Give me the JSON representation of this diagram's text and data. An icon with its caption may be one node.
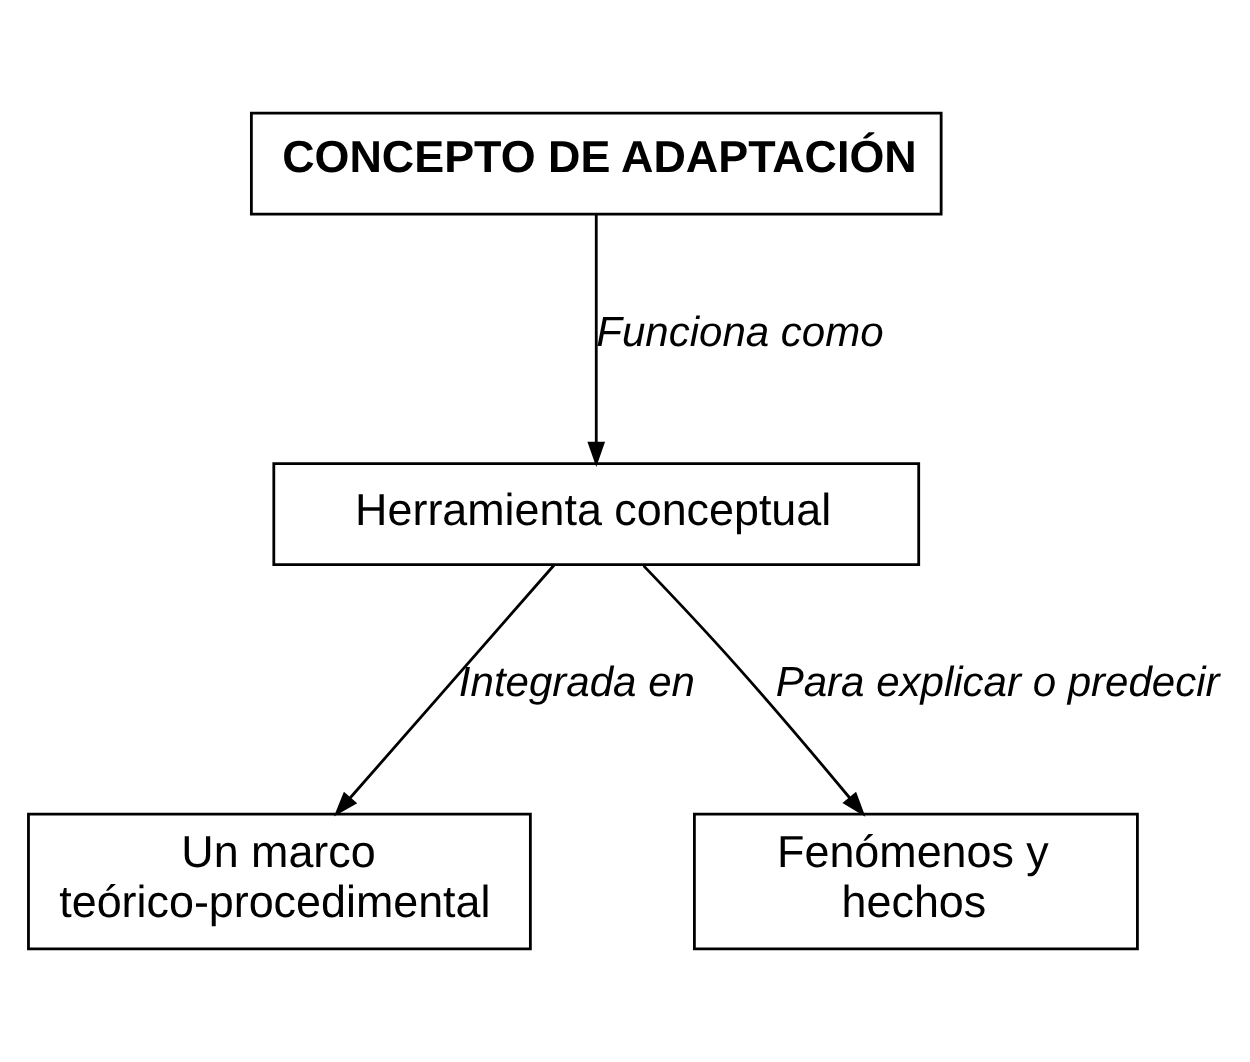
{
  "diagram": {
    "nodes": [
      {
        "text": [
          "CONCEPTO DE ADAPTACIÓN"
        ]
      },
      {
        "text": [
          "Herramienta conceptual"
        ]
      },
      {
        "text": [
          "Un marco teórico-procedimental"
        ]
      },
      {
        "text": [
          "Fenómenos y hechos"
        ]
      }
    ],
    "edges": [
      {
        "from": 0,
        "to": 1,
        "arrow": "to",
        "label": "Funciona como"
      },
      {
        "from": 1,
        "to": 2,
        "arrow": "to",
        "label": "Integrada en"
      },
      {
        "from": 1,
        "to": 3,
        "arrow": "to",
        "label": "Para explicar o predecir"
      }
    ]
  }
}
